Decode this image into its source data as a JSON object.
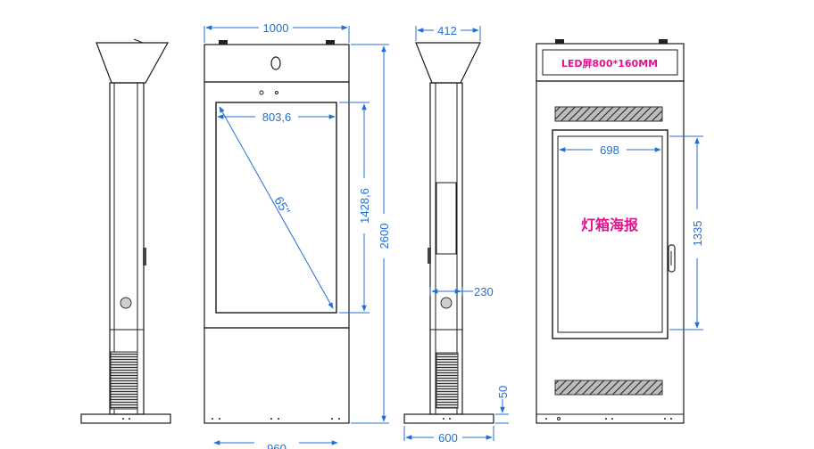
{
  "dimensions": {
    "front_width": "1000",
    "side_width": "412",
    "screen_width": "803,6",
    "screen_height": "1428,6",
    "total_height": "2600",
    "diagonal": "65\"",
    "thickness": "230",
    "base_height": "50",
    "base_width": "600",
    "bottom_partial": "960",
    "poster_width": "698",
    "poster_height": "1335"
  },
  "labels": {
    "led_screen": "LED屏800*160MM",
    "lightbox_poster": "灯箱海报"
  },
  "colors": {
    "dimension": "#1f6fd8",
    "label": "#e0128f",
    "outline": "#1a1a1a"
  }
}
